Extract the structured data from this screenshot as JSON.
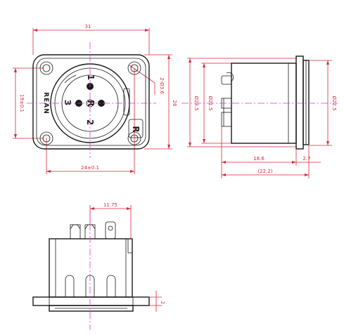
{
  "colors": {
    "dimension": "#d9283a",
    "centerline": "#e03cc0",
    "outline": "#1a1a1a",
    "background": "#ffffff"
  },
  "front_view": {
    "brand": "REAN",
    "pin_1": "1",
    "pin_2": "2",
    "pin_3": "3",
    "pin_1_logo": "R",
    "latch_logo": "R",
    "dims": {
      "width": "31",
      "hole_spacing_h": "24±0.1",
      "hole_spacing_v": "19±0.1",
      "height": "26",
      "hole_dia": "2-Ø3.6"
    }
  },
  "side_view": {
    "dims": {
      "flange_dia": "Ø23.5",
      "body_dia": "Ø21.5",
      "front_dia": "Ø22.5",
      "body_length": "18.6",
      "flange_thickness": "2.7",
      "overall_length": "(22.2)"
    }
  },
  "bottom_view": {
    "dims": {
      "pin_offset": "11.75",
      "flange_thickness": "2"
    }
  }
}
